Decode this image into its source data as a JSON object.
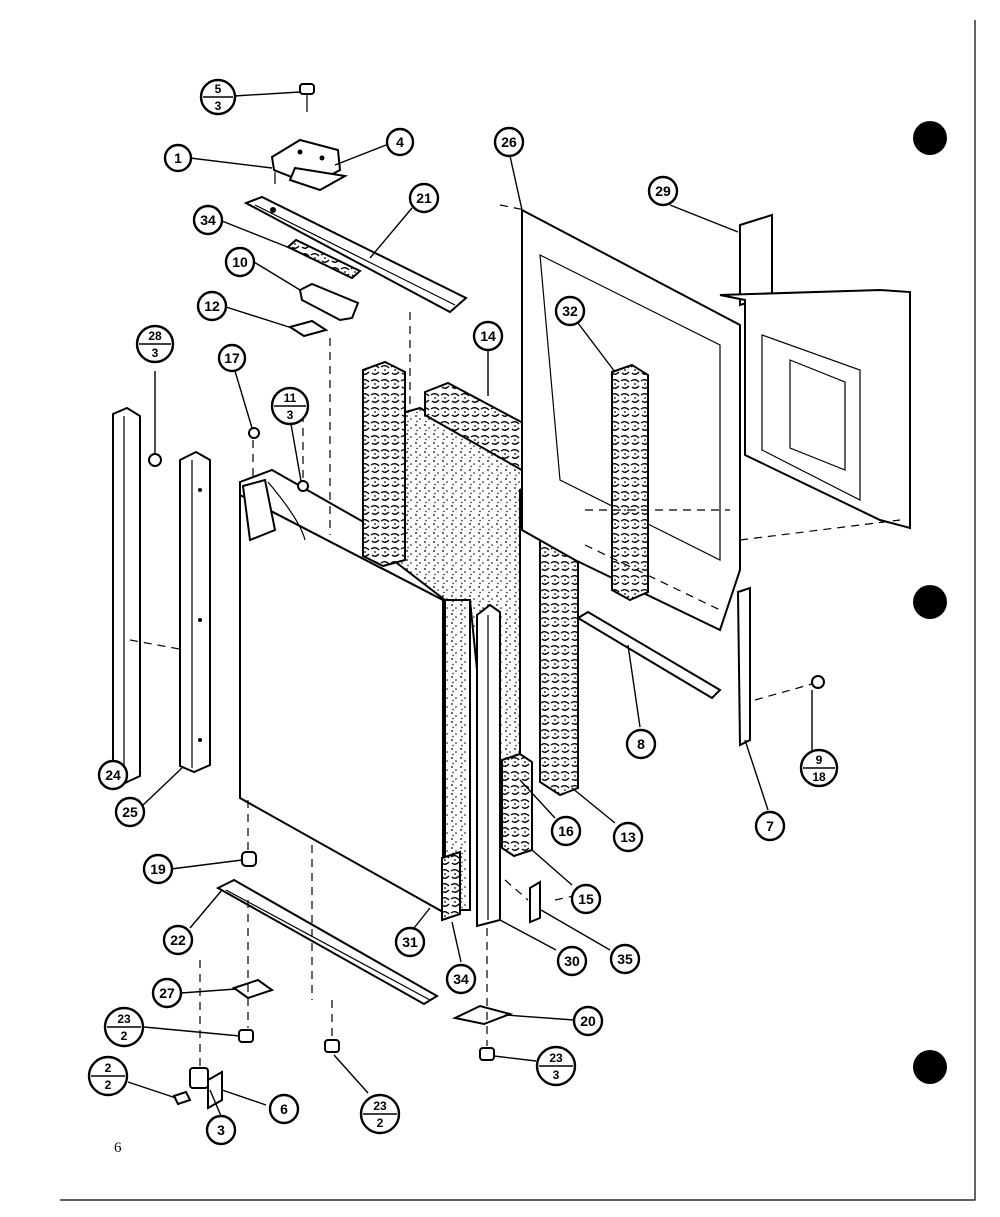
{
  "page_number": "6",
  "callouts": [
    {
      "id": "c1",
      "label": "1"
    },
    {
      "id": "c4",
      "label": "4"
    },
    {
      "id": "c5-3",
      "num": "5",
      "den": "3"
    },
    {
      "id": "c34a",
      "label": "34"
    },
    {
      "id": "c21",
      "label": "21"
    },
    {
      "id": "c10",
      "label": "10"
    },
    {
      "id": "c12",
      "label": "12"
    },
    {
      "id": "c28-3",
      "num": "28",
      "den": "3"
    },
    {
      "id": "c17",
      "label": "17"
    },
    {
      "id": "c11-3",
      "num": "11",
      "den": "3"
    },
    {
      "id": "c14",
      "label": "14"
    },
    {
      "id": "c26",
      "label": "26"
    },
    {
      "id": "c29",
      "label": "29"
    },
    {
      "id": "c32",
      "label": "32"
    },
    {
      "id": "c8",
      "label": "8"
    },
    {
      "id": "c9-18",
      "num": "9",
      "den": "18"
    },
    {
      "id": "c7",
      "label": "7"
    },
    {
      "id": "c24",
      "label": "24"
    },
    {
      "id": "c25",
      "label": "25"
    },
    {
      "id": "c16",
      "label": "16"
    },
    {
      "id": "c13",
      "label": "13"
    },
    {
      "id": "c19",
      "label": "19"
    },
    {
      "id": "c15",
      "label": "15"
    },
    {
      "id": "c22",
      "label": "22"
    },
    {
      "id": "c31",
      "label": "31"
    },
    {
      "id": "c30",
      "label": "30"
    },
    {
      "id": "c35",
      "label": "35"
    },
    {
      "id": "c34b",
      "label": "34"
    },
    {
      "id": "c27",
      "label": "27"
    },
    {
      "id": "c20",
      "label": "20"
    },
    {
      "id": "c23-2a",
      "num": "23",
      "den": "2"
    },
    {
      "id": "c23-3",
      "num": "23",
      "den": "3"
    },
    {
      "id": "c2-2",
      "num": "2",
      "den": "2"
    },
    {
      "id": "c6",
      "label": "6"
    },
    {
      "id": "c3",
      "label": "3"
    },
    {
      "id": "c23-2b",
      "num": "23",
      "den": "2"
    }
  ]
}
